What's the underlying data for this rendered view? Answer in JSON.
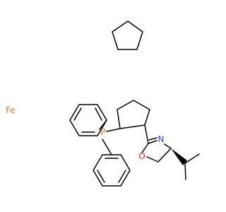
{
  "molecule": {
    "atoms": {
      "fe": "Fe",
      "phosphorus": "P",
      "nitrogen": "N",
      "oxygen": "O"
    },
    "colors": {
      "bond": "#000000",
      "fe": "#e07a2c",
      "phosphorus": "#e8821e",
      "nitrogen": "#2e3fd6",
      "oxygen": "#e02020"
    }
  }
}
